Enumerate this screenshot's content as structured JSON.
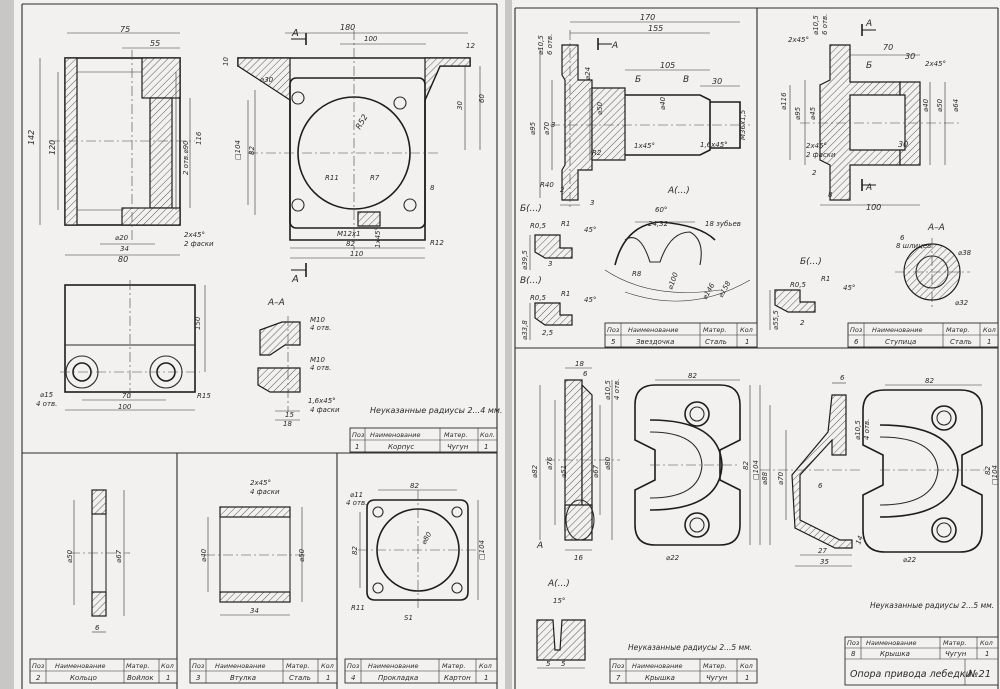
{
  "left_sheet": {
    "detail1": {
      "dims": {
        "w75": "75",
        "w55": "55",
        "h142": "142",
        "h120": "120",
        "d90": "2 отв.⌀90",
        "h116": "116",
        "d20": "⌀20",
        "w34": "34",
        "w80": "80",
        "ch1": "2x45°",
        "ch1b": "2 фаски",
        "a_label": "A",
        "w180": "180",
        "w100": "100",
        "h12": "12",
        "h10": "10",
        "d30": "⌀30",
        "r52": "R52",
        "h30": "30",
        "h60": "60",
        "sq104": "□104",
        "h82": "82",
        "r11": "R11",
        "r7": "R7",
        "h8": "8",
        "m12": "M12x1",
        "ch2": "1x45°",
        "w82": "82",
        "r12": "R12",
        "w110": "110",
        "h150": "150",
        "d15": "⌀15",
        "d15b": "4 отв.",
        "w70": "70",
        "w100b": "100",
        "r15": "R15",
        "section": "A–A",
        "m10a": "M10",
        "m10a_n": "4 отв.",
        "m10b": "M10",
        "m10b_n": "4 отв.",
        "ch3": "1,6x45°",
        "ch3b": "4 фаски",
        "w15": "15",
        "w18": "18",
        "note": "Неуказанные радиусы 2...4 мм."
      },
      "title": {
        "h1": "Поз",
        "h2": "Наименование",
        "h3": "Матер.",
        "h4": "Кол.",
        "pos": "1",
        "name": "Корпус",
        "mat": "Чугун",
        "qty": "1"
      }
    },
    "detail2": {
      "dims": {
        "d50": "⌀50",
        "d67": "⌀67",
        "w6": "6"
      },
      "title": {
        "h1": "Поз",
        "h2": "Наименование",
        "h3": "Матер.",
        "h4": "Кол",
        "pos": "2",
        "name": "Кольцо",
        "mat": "Войлок",
        "qty": "1"
      }
    },
    "detail3": {
      "dims": {
        "ch": "2x45°",
        "chb": "4 фаски",
        "d40": "⌀40",
        "d50": "⌀50",
        "w34": "34"
      },
      "title": {
        "h1": "Поз",
        "h2": "Наименование",
        "h3": "Матер.",
        "h4": "Кол",
        "pos": "3",
        "name": "Втулка",
        "mat": "Сталь",
        "qty": "1"
      }
    },
    "detail4": {
      "dims": {
        "d11": "⌀11",
        "d11b": "4 отв.",
        "w82": "82",
        "h82": "82",
        "d80": "⌀80",
        "sq104": "□104",
        "r11": "R11",
        "s1": "S1"
      },
      "title": {
        "h1": "Поз",
        "h2": "Наименование",
        "h3": "Матер.",
        "h4": "Кол",
        "pos": "4",
        "name": "Прокладка",
        "mat": "Картон",
        "qty": "1"
      }
    }
  },
  "right_sheet": {
    "detail5": {
      "dims": {
        "w170": "170",
        "w155": "155",
        "d105a": "⌀10,5",
        "d105b": "6 отв.",
        "d24": "⌀24",
        "a_label": "A",
        "w105": "105",
        "w30": "30",
        "b_label": "Б",
        "v_label": "В",
        "d40": "⌀40",
        "d95": "⌀95",
        "d70": "⌀70",
        "d50": "⌀50",
        "m36": "M36x1,5",
        "h3": "3",
        "r2": "R2",
        "ch1": "1x45°",
        "ch2": "1,6x45°",
        "r40": "R40",
        "w3": "3",
        "w2": "2",
        "detail_a": "A(...)",
        "ang60": "60°",
        "w2432": "24,32",
        "teeth": "18 зубьев",
        "b_det": "Б(...)",
        "r05a": "R0,5",
        "r1a": "R1",
        "ang45a": "45°",
        "d395": "⌀39,5",
        "w3b": "3",
        "v_det": "В(...)",
        "r05b": "R0,5",
        "r1b": "R1",
        "ang45b": "45°",
        "d338": "⌀33,8",
        "w25": "2,5",
        "r8": "R8",
        "d100": "⌀100",
        "d146": "⌀146",
        "d158": "⌀158"
      },
      "title": {
        "h1": "Поз",
        "h2": "Наименование",
        "h3": "Матер.",
        "h4": "Кол",
        "pos": "5",
        "name": "Звездочка",
        "mat": "Сталь",
        "qty": "1"
      }
    },
    "detail6": {
      "dims": {
        "a_label": "A",
        "d105": "⌀10,5",
        "d105b": "6 отв.",
        "ch1": "2x45°",
        "w70": "70",
        "w30": "30",
        "b_label": "Б",
        "ch2": "2x45°",
        "d116": "⌀116",
        "d95": "⌀95",
        "d45": "⌀45",
        "d40": "⌀40",
        "d50": "⌀50",
        "d64": "⌀64",
        "w30b": "30",
        "ch3": "2x45°",
        "ch3b": "2 фаски",
        "h2": "2",
        "w8": "8",
        "w100": "100",
        "section": "A–A",
        "keys": "6",
        "keysb": "8 шлицев",
        "d38": "⌀38",
        "d32": "⌀32",
        "b_det": "Б(...)",
        "r05": "R0,5",
        "r1": "R1",
        "ang45": "45°",
        "d555": "⌀55,5",
        "w2": "2"
      },
      "title": {
        "h1": "Поз",
        "h2": "Наименование",
        "h3": "Матер.",
        "h4": "Кол",
        "pos": "6",
        "name": "Ступица",
        "mat": "Сталь",
        "qty": "1"
      }
    },
    "detail7": {
      "dims": {
        "w18": "18",
        "w6": "6",
        "d105": "⌀10,5",
        "d105b": "4 отв.",
        "d82": "⌀82",
        "d76": "⌀76",
        "d51": "⌀51",
        "d67": "⌀67",
        "d80": "⌀80",
        "w82": "82",
        "h82": "82",
        "sq104": "□104",
        "d22": "⌀22",
        "a_label": "A",
        "w16": "16",
        "detail_a": "A(...)",
        "ang15": "15°",
        "w5a": "5",
        "w5b": "5",
        "note": "Неуказанные радиусы 2...5 мм."
      },
      "title": {
        "h1": "Поз",
        "h2": "Наименование",
        "h3": "Матер.",
        "h4": "Кол",
        "pos": "7",
        "name": "Крышка",
        "mat": "Чугун",
        "qty": "1"
      }
    },
    "detail8": {
      "dims": {
        "w6": "6",
        "w82": "82",
        "d105": "⌀10,5",
        "d105b": "4 отв.",
        "d88": "⌀88",
        "d70": "⌀70",
        "w6b": "6",
        "h82": "82",
        "sq104": "□104",
        "w27": "27",
        "w35": "35",
        "h14": "14",
        "d22": "⌀22",
        "note": "Неуказанные радиусы 2...5 мм."
      },
      "title": {
        "h1": "Поз",
        "h2": "Наименование",
        "h3": "Матер.",
        "h4": "Кол",
        "pos": "8",
        "name": "Крышка",
        "mat": "Чугун",
        "qty": "1"
      },
      "sheet_title": "Опора привода лебедки",
      "sheet_number": "№21"
    }
  }
}
